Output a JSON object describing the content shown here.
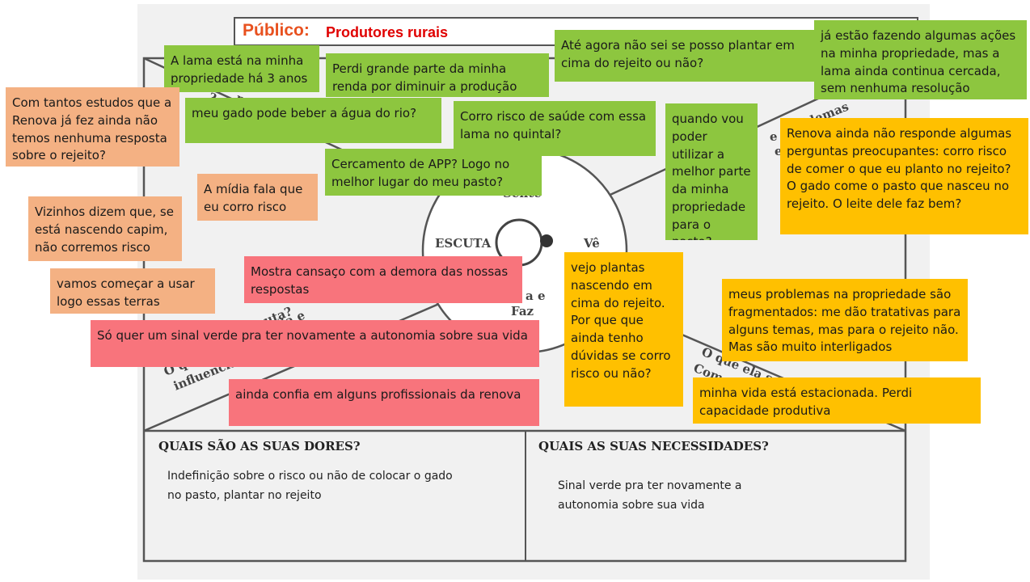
{
  "header": {
    "label": "Público:",
    "value": "Produtores rurais"
  },
  "diagram_labels": {
    "escuta": "ESCUTA",
    "ve": "Vê",
    "faz_a": "a e",
    "faz_b": "Faz",
    "sente": "Sente",
    "q_left_1": "O que e",
    "q_left_2": "influencia",
    "q_left_3": "cuta?",
    "q_left_4": "ia e",
    "q_top_1": "?",
    "q_top_2": "pe",
    "q_right_top_1": "blemas",
    "q_right_top_2": "e",
    "q_right_top_3": "e",
    "q_right_bot_1": "O que ela s",
    "q_right_bot_2": "Com"
  },
  "notes": {
    "green": [
      "A lama está na minha propriedade há 3 anos",
      "Perdi grande parte da minha renda por diminuir a produção",
      "Até agora não sei se posso plantar em cima do rejeito ou não?",
      "já estão fazendo algumas ações na minha propriedade, mas a lama ainda continua cercada, sem nenhuma resolução",
      "meu gado pode beber a água do rio?",
      "Corro risco de saúde com essa lama no quintal?",
      "quando vou poder utilizar a melhor parte da minha propriedade para o pasto?",
      "Cercamento de APP? Logo no melhor lugar do meu pasto?"
    ],
    "orange": [
      "Com tantos estudos que a Renova já fez ainda não temos nenhuma resposta sobre o rejeito?",
      "A mídia fala que eu corro risco",
      "Vizinhos dizem que, se está nascendo capim, não corremos risco",
      "vamos começar a usar logo essas terras"
    ],
    "red": [
      "Mostra cansaço com a demora das nossas respostas",
      "Só quer um sinal verde pra ter novamente a autonomia sobre sua vida",
      "ainda confia em alguns profissionais da renova"
    ],
    "yellow": [
      "Renova ainda não responde algumas perguntas preocupantes: corro risco de comer o que eu planto no rejeito? O gado come o pasto que nasceu no rejeito. O leite dele faz bem?",
      "vejo plantas nascendo em cima do rejeito. Por que que ainda tenho dúvidas se corro risco ou não?",
      "meus problemas na propriedade são fragmentados: me dão tratativas para alguns temas, mas para o rejeito não. Mas são muito interligados",
      "minha vida está estacionada. Perdi capacidade produtiva"
    ]
  },
  "sections": {
    "dores": {
      "title": "QUAIS SÃO AS SUAS DORES?",
      "body": "Indefinição sobre o risco ou não de colocar o gado no pasto, plantar no rejeito"
    },
    "necessidades": {
      "title": "QUAIS AS SUAS NECESSIDADES?",
      "body": "Sinal verde pra ter novamente a autonomia sobre sua vida"
    }
  },
  "colors": {
    "green": "#8dc63f",
    "orange": "#f4b183",
    "red": "#f8747c",
    "yellow": "#ffc000",
    "header_label": "#e8511f",
    "header_value": "#e00000"
  }
}
